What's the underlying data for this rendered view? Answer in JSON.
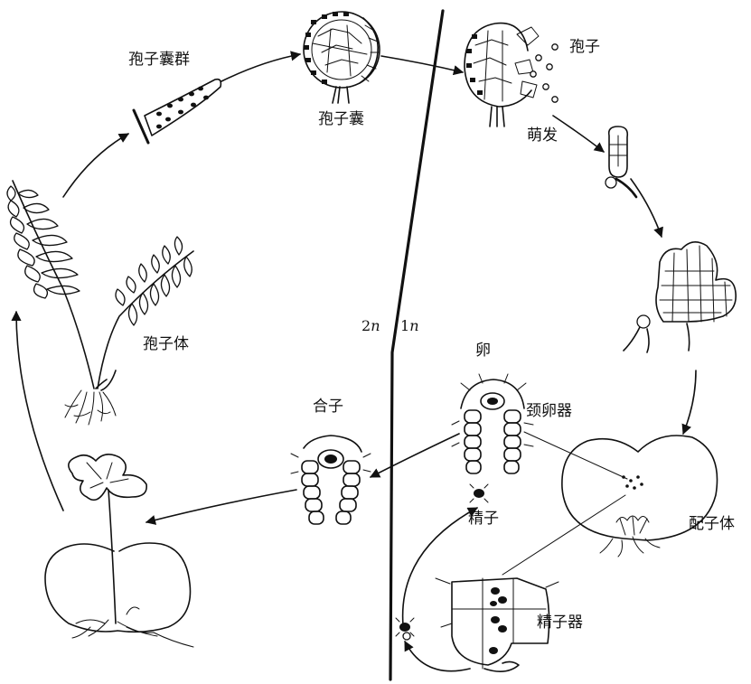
{
  "labels": {
    "sorus_group": "孢子囊群",
    "sporangium": "孢子囊",
    "spore": "孢子",
    "germination": "萌发",
    "sporophyte": "孢子体",
    "zygote": "合子",
    "egg": "卵",
    "archegonium": "颈卵器",
    "sperm": "精子",
    "gametophyte": "配子体",
    "antheridium": "精子器"
  },
  "ploidy": {
    "diploid": "2",
    "haploid": "1",
    "var": "n"
  }
}
